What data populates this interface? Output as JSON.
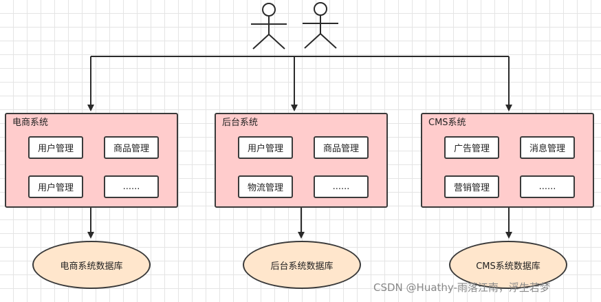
{
  "systems": [
    {
      "title": "电商系统",
      "modules": [
        "用户管理",
        "商品管理",
        "用户管理",
        "......"
      ],
      "database": "电商系统数据库"
    },
    {
      "title": "后台系统",
      "modules": [
        "用户管理",
        "商品管理",
        "物流管理",
        "......"
      ],
      "database": "后台系统数据库"
    },
    {
      "title": "CMS系统",
      "modules": [
        "广告管理",
        "消息管理",
        "营销管理",
        "......"
      ],
      "database": "CMS系统数据库"
    }
  ],
  "actors": 2,
  "colors": {
    "system_fill": "#ffcccc",
    "module_fill": "#ffffff",
    "db_fill": "#ffe6cc",
    "stroke": "#3a3a3a"
  },
  "watermark": "CSDN @Huathy-雨落江南，浮生若梦"
}
